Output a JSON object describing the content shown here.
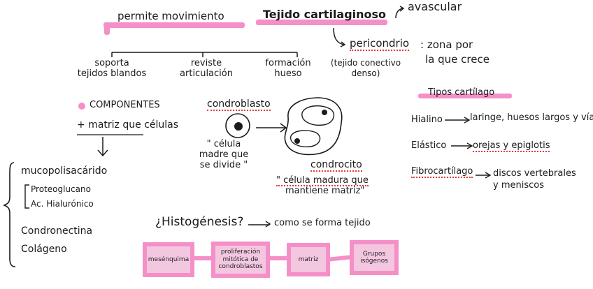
{
  "top": {
    "permite": "permite movimiento",
    "tejido": "Tejido cartilaginoso",
    "avascular": "avascular",
    "pericondrio": "pericondrio",
    "pericondrio_desc_1": ": zona por",
    "pericondrio_desc_2": "la que crece",
    "pericondrio_note_1": "(tejido conectivo",
    "pericondrio_note_2": "denso)"
  },
  "functions": [
    {
      "line1": "soporta",
      "line2": "tejidos blandos"
    },
    {
      "line1": "reviste",
      "line2": "articulación"
    },
    {
      "line1": "formación",
      "line2": "hueso"
    }
  ],
  "components": {
    "title": "COMPONENTES",
    "matrix": "+ matriz que células",
    "items": {
      "mucopolisacarido": "mucopolisacárido",
      "proteoglucano": "Proteoglucano",
      "hialuronico": "Ac. Hialurónico",
      "condronectina": "Condronectina",
      "colageno": "Colágeno"
    }
  },
  "cells": {
    "condroblasto": "condroblasto",
    "condroblasto_quote": [
      "\" célula",
      "madre que",
      "se divide \""
    ],
    "condrocito": "condrocito",
    "condrocito_quote": [
      "\" célula madura que",
      "mantiene matriz\""
    ]
  },
  "tipos": {
    "title": "Tipos cartílago",
    "hialino": "Hialino",
    "hialino_desc": "laringe, huesos largos y vías",
    "elastico": "Elástico",
    "elastico_desc": "orejas y epiglotis",
    "fibro": "Fibrocartílago",
    "fibro_desc_1": "discos vertebrales",
    "fibro_desc_2": "y meniscos"
  },
  "histogenesis": {
    "title": "¿Histogénesis?",
    "desc": "como se forma tejido",
    "steps": [
      {
        "lines": [
          "mesénquima"
        ]
      },
      {
        "lines": [
          "proliferación",
          "mitótica de",
          "condroblastos"
        ]
      },
      {
        "lines": [
          "matriz"
        ]
      },
      {
        "lines": [
          "Grupos",
          "isógenos"
        ]
      }
    ]
  },
  "colors": {
    "highlight": "#f58fc8",
    "box_fill": "#f4c7e1",
    "dotted": "#e23b3b",
    "ink": "#1b1b1b"
  }
}
